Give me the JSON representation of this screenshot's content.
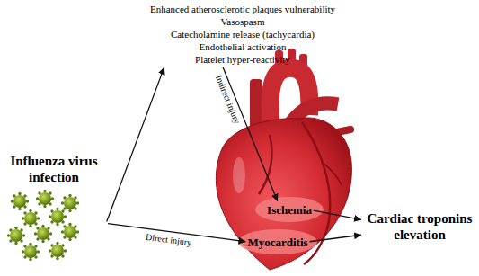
{
  "diagram": {
    "nodes": [
      {
        "text": [
          "Influenza virus infection"
        ]
      },
      {
        "text": [
          "Enhanced atherosclerotic plaques vulnerability",
          "Vasospasm",
          "Catecholamine release (tachycardia)",
          "Endothelial activation",
          "Platelet hyper-reactivity"
        ]
      },
      {
        "text": [
          "Ischemia"
        ]
      },
      {
        "text": [
          "Myocarditis"
        ]
      },
      {
        "text": [
          "Cardiac troponins elevation"
        ]
      }
    ],
    "edges": [
      {
        "from": 0,
        "to": 1,
        "arrow": "to"
      },
      {
        "from": 0,
        "to": 3,
        "label": "Direct injury",
        "arrow": "to"
      },
      {
        "from": 1,
        "to": 2,
        "label": "Indirect injury",
        "arrow": "to"
      },
      {
        "from": 2,
        "to": 4,
        "arrow": "to"
      },
      {
        "from": 3,
        "to": 4,
        "arrow": "to"
      }
    ]
  }
}
